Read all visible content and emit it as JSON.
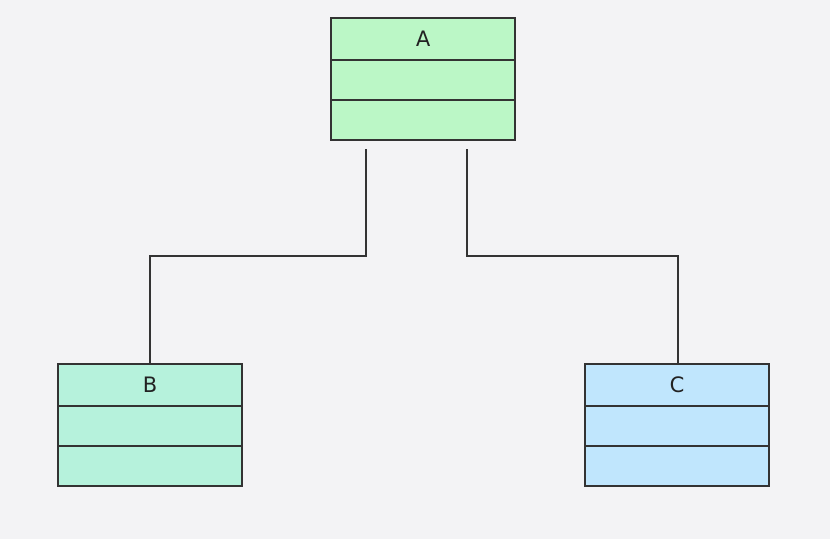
{
  "diagram": {
    "classes": [
      {
        "id": "a",
        "name": "A",
        "fill": "#bbf7c6"
      },
      {
        "id": "b",
        "name": "B",
        "fill": "#b6f2dc"
      },
      {
        "id": "c",
        "name": "C",
        "fill": "#c0e6fd"
      }
    ],
    "edges": [
      {
        "from": "A",
        "to": "B"
      },
      {
        "from": "A",
        "to": "C"
      }
    ],
    "line_color": "#333333",
    "background": "#f3f3f5"
  }
}
